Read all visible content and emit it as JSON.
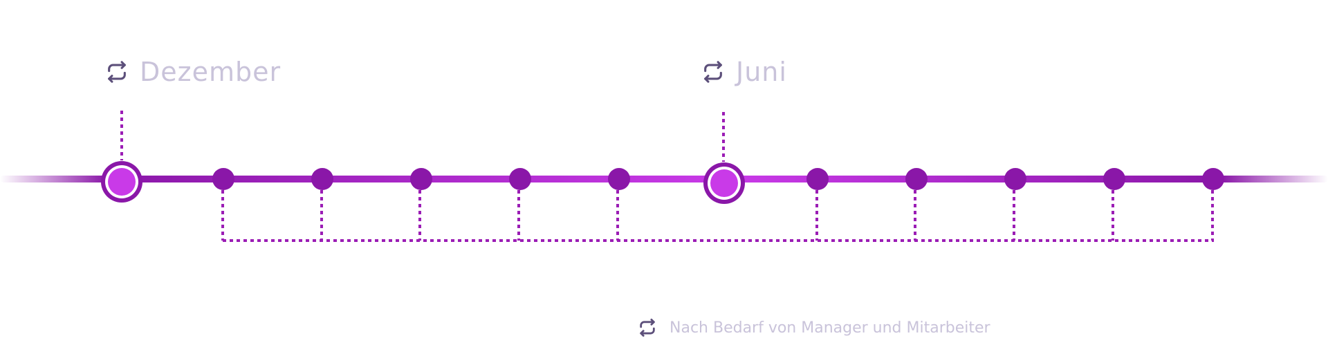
{
  "labels": {
    "december": "Dezember",
    "june": "Juni",
    "note": "Nach Bedarf von Manager und Mitarbeiter"
  },
  "icons": {
    "repeat": "repeat-arrows-icon"
  },
  "colors": {
    "line_dark": "#8a17a8",
    "line_light": "#c93ae8",
    "dot": "#8a17a8",
    "highlight_fill": "#c93ae8",
    "connector": "#9b1db5",
    "label_text": "#c9c3da",
    "icon": "#5c4f7a"
  },
  "timeline": {
    "milestones": [
      {
        "id": "m1",
        "type": "major",
        "label_key": "december"
      },
      {
        "id": "m2",
        "type": "minor"
      },
      {
        "id": "m3",
        "type": "minor"
      },
      {
        "id": "m4",
        "type": "minor"
      },
      {
        "id": "m5",
        "type": "minor"
      },
      {
        "id": "m6",
        "type": "minor"
      },
      {
        "id": "m7",
        "type": "major",
        "label_key": "june"
      },
      {
        "id": "m8",
        "type": "minor"
      },
      {
        "id": "m9",
        "type": "minor"
      },
      {
        "id": "m10",
        "type": "minor"
      },
      {
        "id": "m11",
        "type": "minor"
      },
      {
        "id": "m12",
        "type": "minor"
      }
    ]
  }
}
